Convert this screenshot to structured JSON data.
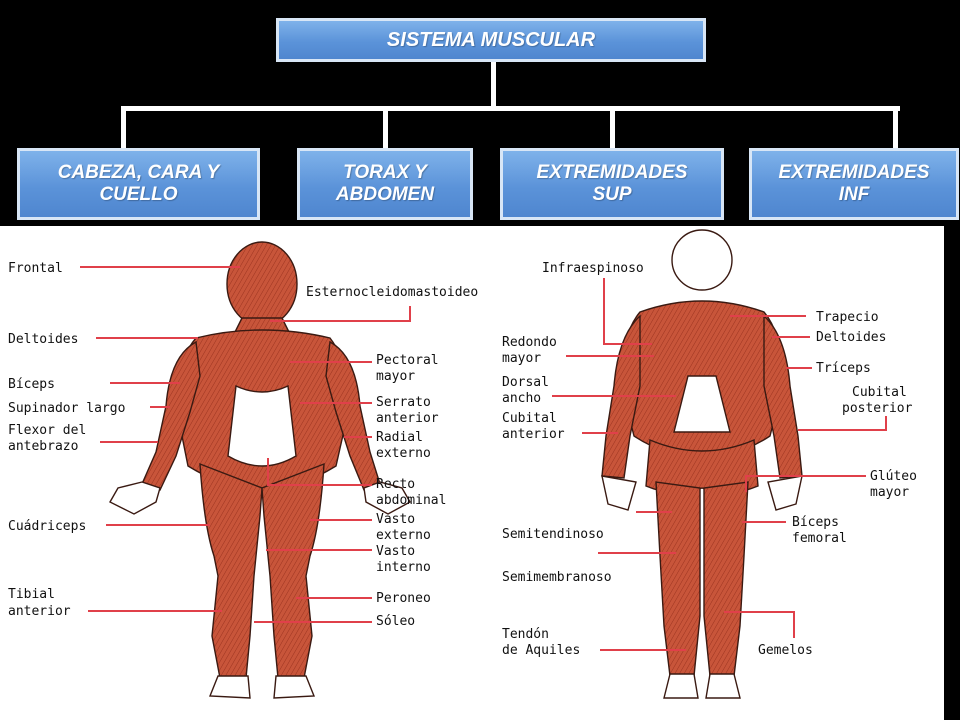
{
  "title": "SISTEMA MUSCULAR",
  "categories": [
    {
      "line1": "CABEZA, CARA Y",
      "line2": "CUELLO"
    },
    {
      "line1": "TORAX Y",
      "line2": "ABDOMEN"
    },
    {
      "line1": "EXTREMIDADES",
      "line2": "SUP"
    },
    {
      "line1": "EXTREMIDADES",
      "line2": "INF"
    }
  ],
  "colors": {
    "node": "#5b93d9",
    "muscle": "#c8553a",
    "leader": "#e0404a"
  },
  "front_labels": {
    "frontal": "Frontal",
    "esternocleidomastoideo": "Esternocleidomastoideo",
    "deltoides": "Deltoides",
    "biceps": "Bíceps",
    "supinador": "Supinador largo",
    "flexor1": "Flexor del",
    "flexor2": "antebrazo",
    "cuadriceps": "Cuádriceps",
    "tibial1": "Tibial",
    "tibial2": "anterior",
    "pectoral1": "Pectoral",
    "pectoral2": "mayor",
    "serrato1": "Serrato",
    "serrato2": "anterior",
    "radial1": "Radial",
    "radial2": "externo",
    "recto1": "Recto",
    "recto2": "abdominal",
    "vastoext1": "Vasto",
    "vastoext2": "externo",
    "vastoint1": "Vasto",
    "vastoint2": "interno",
    "peroneo": "Peroneo",
    "soleo": "Sóleo"
  },
  "back_labels": {
    "infraespinoso": "Infraespinoso",
    "redondo1": "Redondo",
    "redondo2": "mayor",
    "dorsal1": "Dorsal",
    "dorsal2": "ancho",
    "cubitalant1": "Cubital",
    "cubitalant2": "anterior",
    "semitendinoso": "Semitendinoso",
    "semimembranoso": "Semimembranoso",
    "tendon1": "Tendón",
    "tendon2": "de Aquiles",
    "trapecio": "Trapecio",
    "deltoides": "Deltoides",
    "triceps": "Tríceps",
    "cubitalpost1": "Cubital",
    "cubitalpost2": "posterior",
    "gluteo1": "Glúteo",
    "gluteo2": "mayor",
    "bicepsfem1": "Bíceps",
    "bicepsfem2": "femoral",
    "gemelos": "Gemelos"
  }
}
